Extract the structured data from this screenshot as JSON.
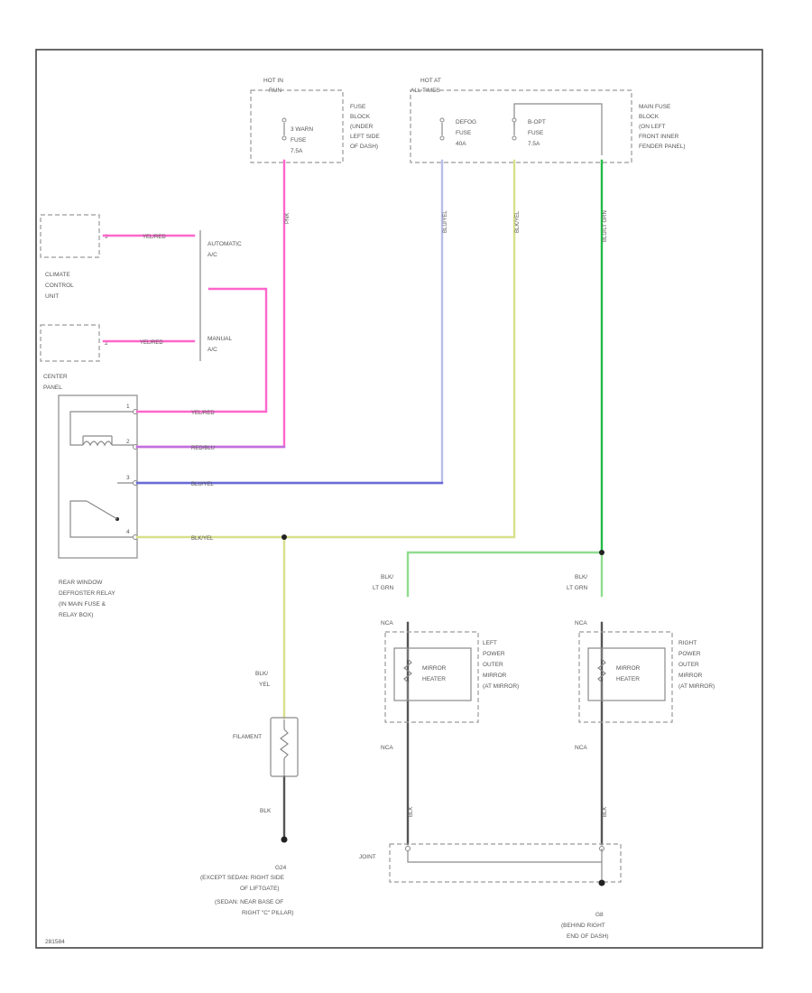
{
  "diagram_id": "281584",
  "colors": {
    "pink": "#ff66cc",
    "violet": "#c070e0",
    "light_blue": "#b8bde8",
    "blue": "#6a6ad8",
    "yellow_green": "#d8e08a",
    "green": "#22bb44",
    "light_green": "#8fdc8f",
    "black": "#555555",
    "frame": "#444444"
  },
  "hot_in_run": {
    "label_1": "HOT IN",
    "label_2": "RUN"
  },
  "hot_at_all_times": {
    "label_1": "HOT AT",
    "label_2": "ALL TIMES"
  },
  "fuse_block": {
    "fuse_label": [
      "3 WARN",
      "FUSE",
      "7.5A"
    ],
    "location": [
      "FUSE",
      "BLOCK",
      "(UNDER",
      "LEFT SIDE",
      "OF DASH)"
    ]
  },
  "main_fuse_block": {
    "defog_fuse": [
      "DEFOG",
      "FUSE",
      "40A"
    ],
    "b_opt_fuse": [
      "B-OPT",
      "FUSE",
      "7.5A"
    ],
    "location": [
      "MAIN FUSE",
      "BLOCK",
      "(ON LEFT",
      "FRONT INNER",
      "FENDER PANEL)"
    ]
  },
  "climate_control": {
    "name": [
      "CLIMATE",
      "CONTROL",
      "UNIT"
    ],
    "automatic_ac": [
      "AUTOMATIC",
      "A/C"
    ],
    "manual_ac": [
      "MANUAL",
      "A/C"
    ],
    "pin_upper": "9",
    "pin_lower": "2"
  },
  "center_panel": {
    "label": [
      "CENTER",
      "PANEL"
    ]
  },
  "relay": {
    "name": [
      "REAR WINDOW",
      "DEFROSTER RELAY",
      "(IN MAIN FUSE &",
      "RELAY BOX)"
    ],
    "pins": [
      "1",
      "2",
      "3",
      "4"
    ]
  },
  "wires": {
    "fuse_out": "PNK",
    "defog_out": "BLU/YEL",
    "bopt_out": "BLK/YEL",
    "main_out": "BLU/LT GRN",
    "auto_ac": "YEL/RED",
    "manual_ac": "YEL/RED",
    "relay_1": "YEL/RED",
    "relay_2": "RED/BLU",
    "relay_3": "BLU/YEL",
    "relay_4": "BLK/YEL",
    "filament_in": [
      "BLK/",
      "YEL"
    ],
    "filament_out": "BLK",
    "left_mirror_in": [
      "BLK/",
      "LT GRN"
    ],
    "right_mirror_in": [
      "BLK/",
      "LT GRN"
    ],
    "left_mirror_out": "BLK",
    "right_mirror_out": "BLK",
    "left_mirror_ground": "BLK",
    "right_mirror_ground": "BLK",
    "left_pin_top": "NCA",
    "right_pin_top": "NCA",
    "left_pin_bottom": "NCA",
    "right_pin_bottom": "NCA"
  },
  "filament": {
    "label": "FILAMENT"
  },
  "left_mirror": {
    "element": [
      "MIRROR",
      "HEATER"
    ],
    "name": [
      "LEFT",
      "POWER",
      "OUTER",
      "MIRROR",
      "(AT MIRROR)"
    ]
  },
  "right_mirror": {
    "element": [
      "MIRROR",
      "HEATER"
    ],
    "name": [
      "RIGHT",
      "POWER",
      "OUTER",
      "MIRROR",
      "(AT MIRROR)"
    ]
  },
  "joint_connector": {
    "label": "JOINT"
  },
  "ground_g24": {
    "id": "G24",
    "desc": [
      "(EXCEPT SEDAN: RIGHT SIDE",
      "OF LIFTGATE)",
      "(SEDAN: NEAR BASE OF",
      "RIGHT \"C\" PILLAR)"
    ]
  },
  "ground_g8": {
    "id": "G8",
    "desc": [
      "(BEHIND RIGHT",
      "END OF DASH)"
    ]
  }
}
